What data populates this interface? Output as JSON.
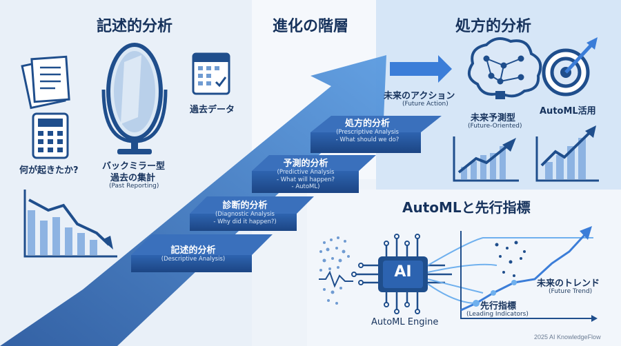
{
  "sections": {
    "descriptive_title": "記述的分析",
    "hierarchy_title": "進化の階層",
    "prescriptive_title": "処方的分析",
    "automl_title": "AutoMLと先行指標"
  },
  "descriptive": {
    "past_data": "過去データ",
    "what_happened": "何が起きたか?",
    "mirror_label": "バックミラー型",
    "mirror_label2": "過去の集計",
    "mirror_sub": "(Past Reporting)"
  },
  "prescriptive": {
    "future_action": "未来のアクション",
    "future_action_sub": "(Future Action)",
    "future_oriented": "未来予測型",
    "future_oriented_sub": "(Future-Oriented)",
    "automl_use": "AutoML活用"
  },
  "steps": [
    {
      "title": "記述的分析",
      "sub1": "(Descriptive Analysis)",
      "sub2": ""
    },
    {
      "title": "診断的分析",
      "sub1": "(Diagnostic Analysis",
      "sub2": "- Why did it happen?)"
    },
    {
      "title": "予測的分析",
      "sub1": "(Predictive Analysis",
      "sub2": "- What will happen?",
      "sub3": "- AutoML)"
    },
    {
      "title": "処方的分析",
      "sub1": "(Prescriptive Analysis",
      "sub2": "- What should we do?"
    }
  ],
  "automl": {
    "chip": "AI",
    "engine": "AutoML Engine",
    "leading": "先行指標",
    "leading_sub": "(Leading Indicators)",
    "trend": "未来のトレンド",
    "trend_sub": "(Future Trend)"
  },
  "footer": "2025 AI KnowledgeFlow",
  "colors": {
    "primary": "#1f4e8c",
    "accent": "#3b7dd8",
    "light": "#d6e6f7"
  }
}
